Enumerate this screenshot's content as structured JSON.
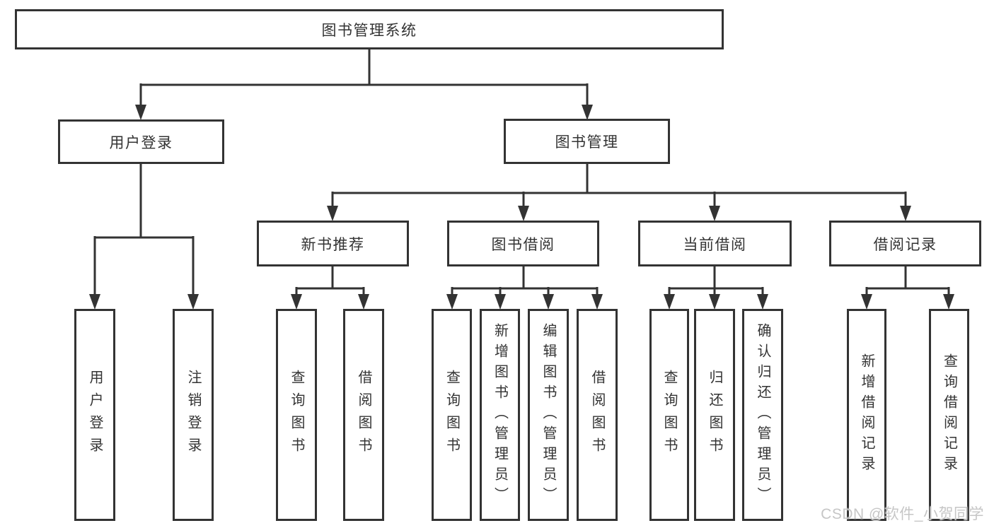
{
  "diagram": {
    "root": {
      "label": "图书管理系统"
    },
    "branches": [
      {
        "label": "用户登录",
        "leaves": [
          {
            "label": "用户登录"
          },
          {
            "label": "注销登录"
          }
        ]
      },
      {
        "label": "图书管理",
        "sections": [
          {
            "label": "新书推荐",
            "leaves": [
              {
                "label": "查询图书"
              },
              {
                "label": "借阅图书"
              }
            ]
          },
          {
            "label": "图书借阅",
            "leaves": [
              {
                "label": "查询图书"
              },
              {
                "label": "新增图书（管理员）"
              },
              {
                "label": "编辑图书（管理员）"
              },
              {
                "label": "借阅图书"
              }
            ]
          },
          {
            "label": "当前借阅",
            "leaves": [
              {
                "label": "查询图书"
              },
              {
                "label": "归还图书"
              },
              {
                "label": "确认归还（管理员）"
              }
            ]
          },
          {
            "label": "借阅记录",
            "leaves": [
              {
                "label": "新增借阅记录"
              },
              {
                "label": "查询借阅记录"
              }
            ]
          }
        ]
      }
    ]
  },
  "watermark": {
    "text": "CSDN @软件_小贺同学"
  },
  "colors": {
    "line": "#333333",
    "box_border": "#333333",
    "text": "#333333",
    "background": "#ffffff",
    "watermark": "#c6c6c6"
  }
}
